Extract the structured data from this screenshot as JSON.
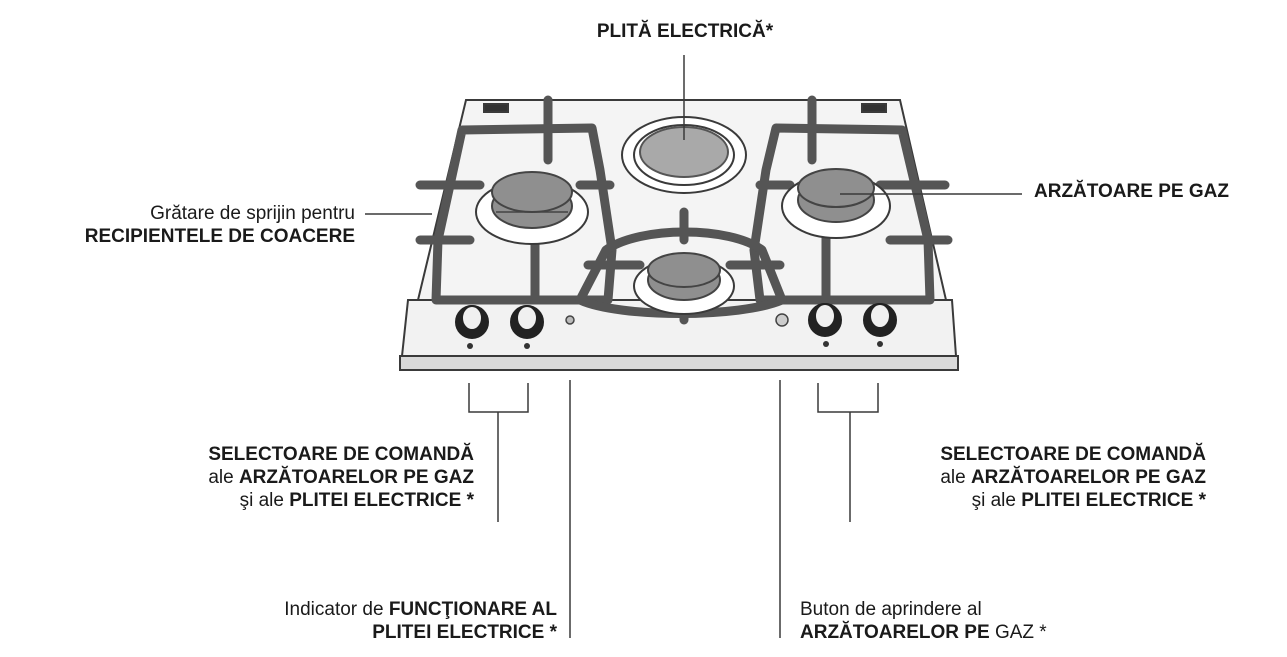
{
  "labels": {
    "electric_plate": {
      "bold": "PLITĂ ELECTRICĂ*"
    },
    "gas_burner": {
      "bold": "ARZĂTOARE PE GAZ"
    },
    "grates": {
      "line1": "Grătare de sprijin pentru",
      "line2_bold": "RECIPIENTELE DE COACERE"
    },
    "selectors_left": {
      "line1_bold": "SELECTOARE DE COMANDĂ",
      "line2_pre": "ale ",
      "line2_bold": "ARZĂTOARELOR PE GAZ",
      "line3_pre": "şi ale ",
      "line3_bold": "PLITEI ELECTRICE *"
    },
    "selectors_right": {
      "line1_bold": "SELECTOARE DE COMANDĂ",
      "line2_pre": "ale ",
      "line2_bold": "ARZĂTOARELOR PE GAZ",
      "line3_pre": "şi ale ",
      "line3_bold": "PLITEI ELECTRICE *"
    },
    "indicator": {
      "line1_pre": "Indicator de ",
      "line1_bold": "FUNCŢIONARE AL",
      "line2_bold": "PLITEI ELECTRICE *"
    },
    "ignition": {
      "line1": "Buton de aprindere al",
      "line2_bold": "ARZĂTOARELOR PE",
      "line2_post": " GAZ *"
    }
  },
  "colors": {
    "line": "#3a3a3a",
    "burner": "#8f8f8f",
    "plate": "#a9a9a9",
    "grate": "#555555",
    "panel": "#f2f2f2"
  }
}
